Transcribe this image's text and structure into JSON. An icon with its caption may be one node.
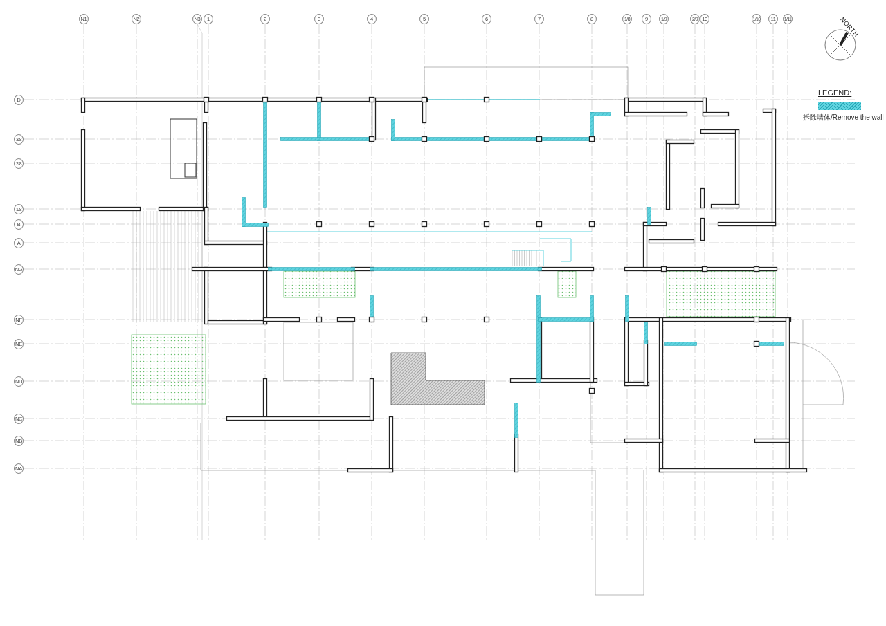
{
  "diagram": {
    "nodes": [
      {
        "text": [
          "N1"
        ]
      },
      {
        "text": [
          "N2"
        ]
      },
      {
        "text": [
          "N3"
        ]
      },
      {
        "text": [
          "1"
        ]
      },
      {
        "text": [
          "2"
        ]
      },
      {
        "text": [
          "3"
        ]
      },
      {
        "text": [
          "4"
        ]
      },
      {
        "text": [
          "5"
        ]
      },
      {
        "text": [
          "6"
        ]
      },
      {
        "text": [
          "7"
        ]
      },
      {
        "text": [
          "8"
        ]
      },
      {
        "text": [
          "1/8"
        ]
      },
      {
        "text": [
          "9"
        ]
      },
      {
        "text": [
          "1/9"
        ]
      },
      {
        "text": [
          "2/9"
        ]
      },
      {
        "text": [
          "10"
        ]
      },
      {
        "text": [
          "1/10"
        ]
      },
      {
        "text": [
          "11"
        ]
      },
      {
        "text": [
          "1/11"
        ]
      },
      {
        "text": [
          "D"
        ]
      },
      {
        "text": [
          "3/8"
        ]
      },
      {
        "text": [
          "2/8"
        ]
      },
      {
        "text": [
          "1/8"
        ]
      },
      {
        "text": [
          "B"
        ]
      },
      {
        "text": [
          "A"
        ]
      },
      {
        "text": [
          "NG"
        ]
      },
      {
        "text": [
          "NF"
        ]
      },
      {
        "text": [
          "NE"
        ]
      },
      {
        "text": [
          "ND"
        ]
      },
      {
        "text": [
          "NC"
        ]
      },
      {
        "text": [
          "NB"
        ]
      },
      {
        "text": [
          "NA"
        ]
      }
    ],
    "labels": [
      "NORTH",
      "LEGEND:"
    ],
    "legend": [
      {
        "text": "拆除墙体/Remove the wall",
        "color": "#5fd3df"
      }
    ]
  }
}
